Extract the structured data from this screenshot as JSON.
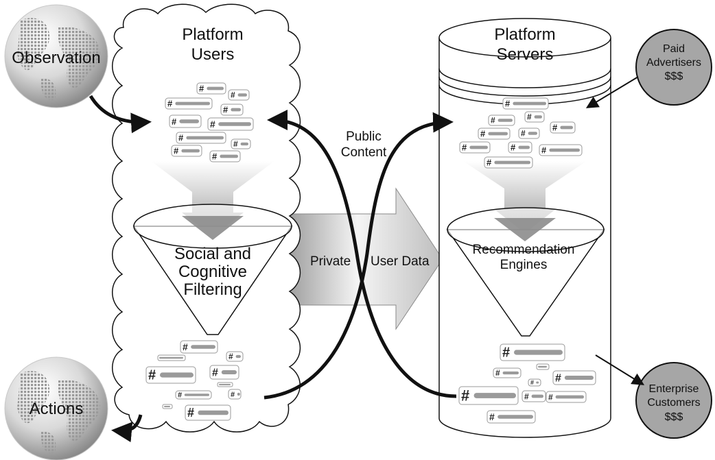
{
  "title": "",
  "nodes": {
    "observation": "Observation",
    "actions": "Actions",
    "platform_users": [
      "Platform",
      "Users"
    ],
    "platform_servers": [
      "Platform",
      "Servers"
    ],
    "paid_advertisers": [
      "Paid",
      "Advertisers",
      "$$$"
    ],
    "enterprise_customers": [
      "Enterprise",
      "Customers",
      "$$$"
    ],
    "social_filtering": [
      "Social and",
      "Cognitive",
      "Filtering"
    ],
    "recommendation_engines": [
      "Recommendation",
      "Engines"
    ]
  },
  "flows": {
    "public_content": [
      "Public",
      "Content"
    ],
    "private_user_data_left": "Private",
    "private_user_data_right": "User Data"
  },
  "tag_symbol": "#",
  "colors": {
    "outline": "#111111",
    "globe_light": "#f2f2f2",
    "globe_dark": "#8a8a8a",
    "actor_fill": "#a6a6a6",
    "arrow_fill_light": "#f4f4f4",
    "arrow_fill_dark": "#9a9a9a"
  }
}
